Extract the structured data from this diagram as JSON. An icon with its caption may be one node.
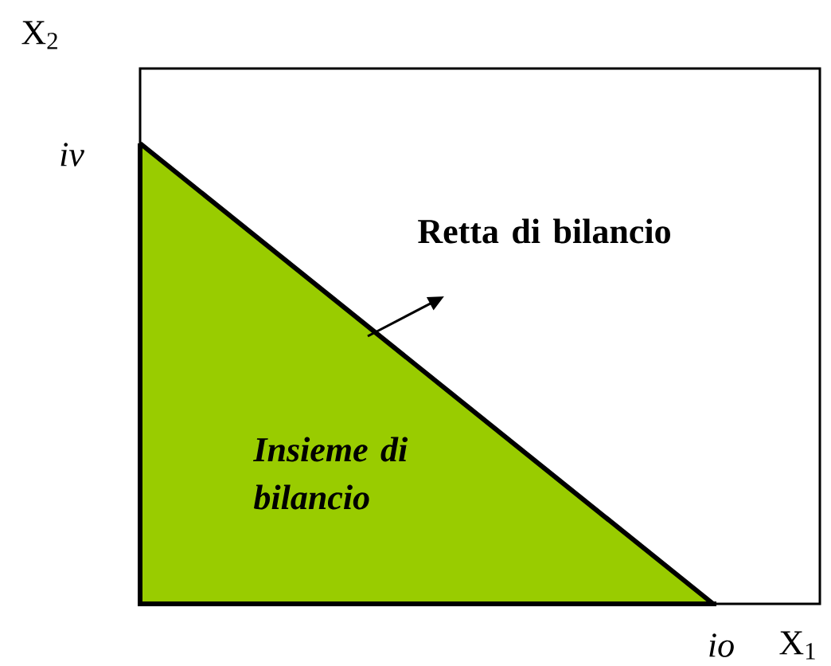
{
  "diagram": {
    "labels": [
      "X$_{2}$",
      "iv",
      "Retta di bilancio",
      "Insieme di bilancio",
      "io",
      "X$_{1}$"
    ]
  }
}
